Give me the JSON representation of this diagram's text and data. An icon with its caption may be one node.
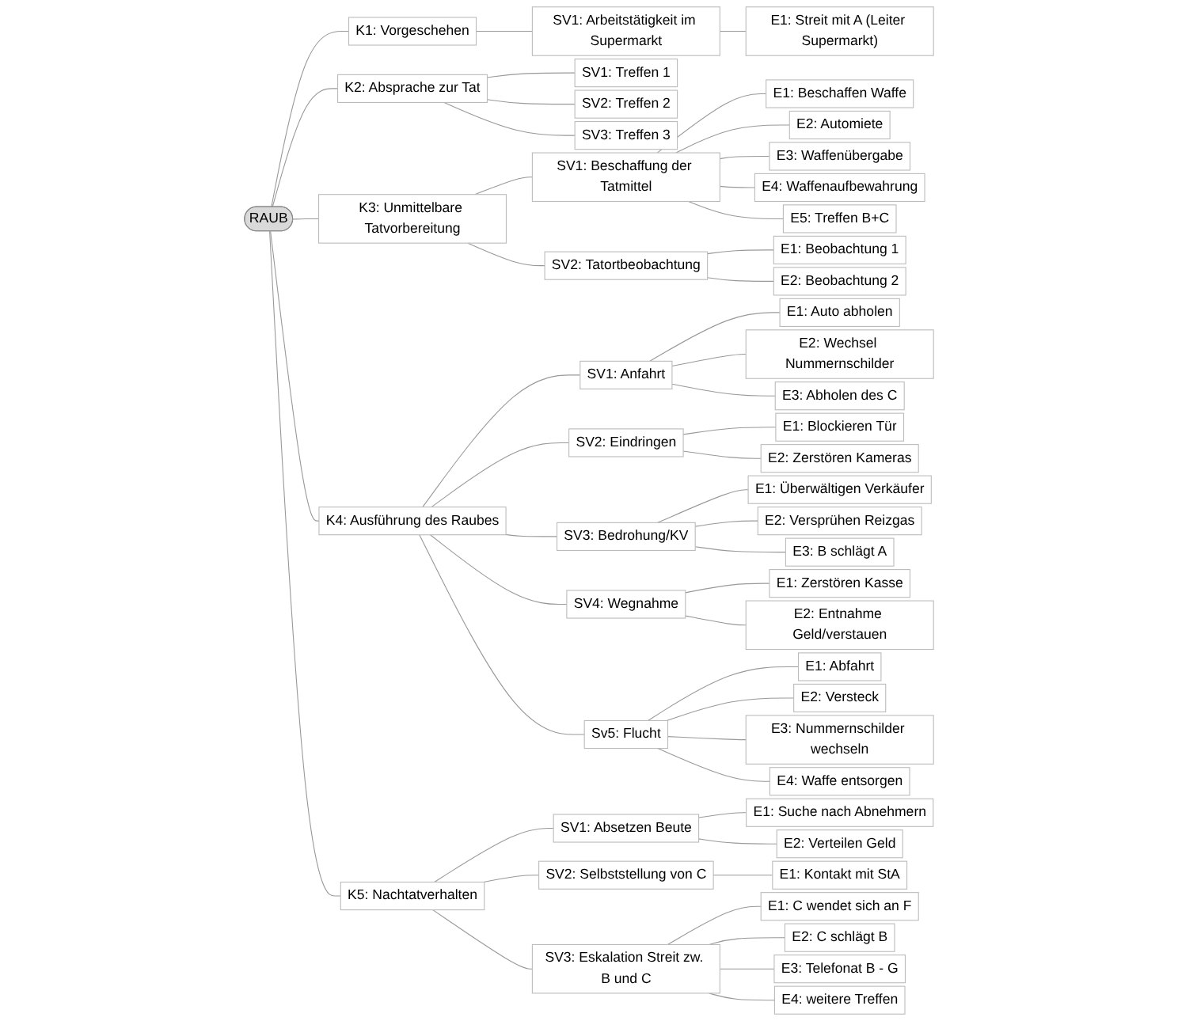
{
  "diagram": {
    "nodes": [
      {
        "text": [
          "RAUB"
        ]
      },
      {
        "text": [
          "K1: Vorgeschehen"
        ]
      },
      {
        "text": [
          "SV1: Arbeitstätigkeit im Supermarkt"
        ]
      },
      {
        "text": [
          "E1: Streit mit A (Leiter Supermarkt)"
        ]
      },
      {
        "text": [
          "K2: Absprache zur Tat"
        ]
      },
      {
        "text": [
          "SV1: Treffen 1"
        ]
      },
      {
        "text": [
          "SV2: Treffen 2"
        ]
      },
      {
        "text": [
          "SV3: Treffen 3"
        ]
      },
      {
        "text": [
          "K3: Unmittelbare Tatvorbereitung"
        ]
      },
      {
        "text": [
          "SV1: Beschaffung der Tatmittel"
        ]
      },
      {
        "text": [
          "E1: Beschaffen Waffe"
        ]
      },
      {
        "text": [
          "E2: Automiete"
        ]
      },
      {
        "text": [
          "E3: Waffenübergabe"
        ]
      },
      {
        "text": [
          "E4: Waffenaufbewahrung"
        ]
      },
      {
        "text": [
          "E5: Treffen B+C"
        ]
      },
      {
        "text": [
          "SV2: Tatortbeobachtung"
        ]
      },
      {
        "text": [
          "E1: Beobachtung 1"
        ]
      },
      {
        "text": [
          "E2: Beobachtung 2"
        ]
      },
      {
        "text": [
          "K4: Ausführung des Raubes"
        ]
      },
      {
        "text": [
          "SV1: Anfahrt"
        ]
      },
      {
        "text": [
          "E1: Auto abholen"
        ]
      },
      {
        "text": [
          "E2: Wechsel Nummernschilder"
        ]
      },
      {
        "text": [
          "E3: Abholen des C"
        ]
      },
      {
        "text": [
          "SV2: Eindringen"
        ]
      },
      {
        "text": [
          "E1: Blockieren Tür"
        ]
      },
      {
        "text": [
          "E2: Zerstören Kameras"
        ]
      },
      {
        "text": [
          "SV3: Bedrohung/KV"
        ]
      },
      {
        "text": [
          "E1: Überwältigen Verkäufer"
        ]
      },
      {
        "text": [
          "E2: Versprühen Reizgas"
        ]
      },
      {
        "text": [
          "E3: B schlägt A"
        ]
      },
      {
        "text": [
          "SV4: Wegnahme"
        ]
      },
      {
        "text": [
          "E1: Zerstören Kasse"
        ]
      },
      {
        "text": [
          "E2: Entnahme Geld/verstauen"
        ]
      },
      {
        "text": [
          "Sv5: Flucht"
        ]
      },
      {
        "text": [
          "E1: Abfahrt"
        ]
      },
      {
        "text": [
          "E2: Versteck"
        ]
      },
      {
        "text": [
          "E3: Nummernschilder wechseln"
        ]
      },
      {
        "text": [
          "E4: Waffe entsorgen"
        ]
      },
      {
        "text": [
          "K5: Nachtatverhalten"
        ]
      },
      {
        "text": [
          "SV1: Absetzen Beute"
        ]
      },
      {
        "text": [
          "E1: Suche nach Abnehmern"
        ]
      },
      {
        "text": [
          "E2: Verteilen Geld"
        ]
      },
      {
        "text": [
          "SV2: Selbststellung von C"
        ]
      },
      {
        "text": [
          "E1: Kontakt mit StA"
        ]
      },
      {
        "text": [
          "SV3: Eskalation Streit zw. B und C"
        ]
      },
      {
        "text": [
          "E1: C wendet sich an F"
        ]
      },
      {
        "text": [
          "E2: C schlägt B"
        ]
      },
      {
        "text": [
          "E3: Telefonat B - G"
        ]
      },
      {
        "text": [
          "E4: weitere Treffen"
        ]
      }
    ],
    "edges": [
      {
        "from": 0,
        "to": 1,
        "arrow": "none"
      },
      {
        "from": 1,
        "to": 2,
        "arrow": "none"
      },
      {
        "from": 2,
        "to": 3,
        "arrow": "none"
      },
      {
        "from": 0,
        "to": 4,
        "arrow": "none"
      },
      {
        "from": 4,
        "to": 5,
        "arrow": "none"
      },
      {
        "from": 4,
        "to": 6,
        "arrow": "none"
      },
      {
        "from": 4,
        "to": 7,
        "arrow": "none"
      },
      {
        "from": 0,
        "to": 8,
        "arrow": "none"
      },
      {
        "from": 8,
        "to": 9,
        "arrow": "none"
      },
      {
        "from": 9,
        "to": 10,
        "arrow": "none"
      },
      {
        "from": 9,
        "to": 11,
        "arrow": "none"
      },
      {
        "from": 9,
        "to": 12,
        "arrow": "none"
      },
      {
        "from": 9,
        "to": 13,
        "arrow": "none"
      },
      {
        "from": 9,
        "to": 14,
        "arrow": "none"
      },
      {
        "from": 8,
        "to": 15,
        "arrow": "none"
      },
      {
        "from": 15,
        "to": 16,
        "arrow": "none"
      },
      {
        "from": 15,
        "to": 17,
        "arrow": "none"
      },
      {
        "from": 0,
        "to": 18,
        "arrow": "none"
      },
      {
        "from": 18,
        "to": 19,
        "arrow": "none"
      },
      {
        "from": 19,
        "to": 20,
        "arrow": "none"
      },
      {
        "from": 19,
        "to": 21,
        "arrow": "none"
      },
      {
        "from": 19,
        "to": 22,
        "arrow": "none"
      },
      {
        "from": 18,
        "to": 23,
        "arrow": "none"
      },
      {
        "from": 23,
        "to": 24,
        "arrow": "none"
      },
      {
        "from": 23,
        "to": 25,
        "arrow": "none"
      },
      {
        "from": 18,
        "to": 26,
        "arrow": "none"
      },
      {
        "from": 26,
        "to": 27,
        "arrow": "none"
      },
      {
        "from": 26,
        "to": 28,
        "arrow": "none"
      },
      {
        "from": 26,
        "to": 29,
        "arrow": "none"
      },
      {
        "from": 18,
        "to": 30,
        "arrow": "none"
      },
      {
        "from": 30,
        "to": 31,
        "arrow": "none"
      },
      {
        "from": 30,
        "to": 32,
        "arrow": "none"
      },
      {
        "from": 18,
        "to": 33,
        "arrow": "none"
      },
      {
        "from": 33,
        "to": 34,
        "arrow": "none"
      },
      {
        "from": 33,
        "to": 35,
        "arrow": "none"
      },
      {
        "from": 33,
        "to": 36,
        "arrow": "none"
      },
      {
        "from": 33,
        "to": 37,
        "arrow": "none"
      },
      {
        "from": 0,
        "to": 38,
        "arrow": "none"
      },
      {
        "from": 38,
        "to": 39,
        "arrow": "none"
      },
      {
        "from": 39,
        "to": 40,
        "arrow": "none"
      },
      {
        "from": 39,
        "to": 41,
        "arrow": "none"
      },
      {
        "from": 38,
        "to": 42,
        "arrow": "none"
      },
      {
        "from": 42,
        "to": 43,
        "arrow": "none"
      },
      {
        "from": 38,
        "to": 44,
        "arrow": "none"
      },
      {
        "from": 44,
        "to": 45,
        "arrow": "none"
      },
      {
        "from": 44,
        "to": 46,
        "arrow": "none"
      },
      {
        "from": 44,
        "to": 47,
        "arrow": "none"
      },
      {
        "from": 44,
        "to": 48,
        "arrow": "none"
      }
    ]
  }
}
